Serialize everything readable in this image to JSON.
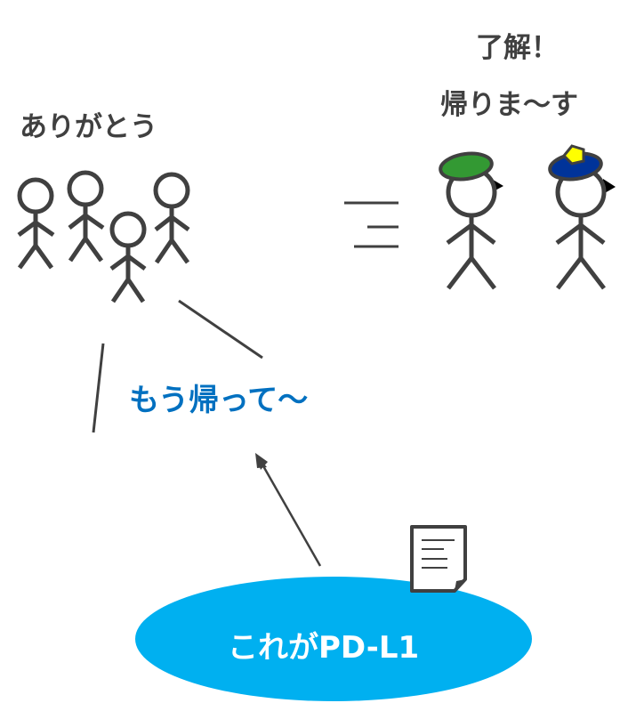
{
  "labels": {
    "thanks": "ありがとう",
    "roger": "了解！",
    "going_home": "帰りま～す",
    "go_home": "もう帰って～",
    "pdl1": "これがPD-L1"
  },
  "colors": {
    "stroke": "#404040",
    "go_home_text": "#0070C0",
    "ellipse_fill": "#00B0F0",
    "ellipse_text": "#ffffff",
    "green_hat": "#339933",
    "blue_hat": "#003399",
    "badge": "#ffff00"
  },
  "icons": {
    "document": "document-icon",
    "people_group": "stick-figure-group",
    "officers": "stick-figure-officers",
    "speed_lines": "speed-lines-icon",
    "arrow": "arrow-up-left"
  }
}
